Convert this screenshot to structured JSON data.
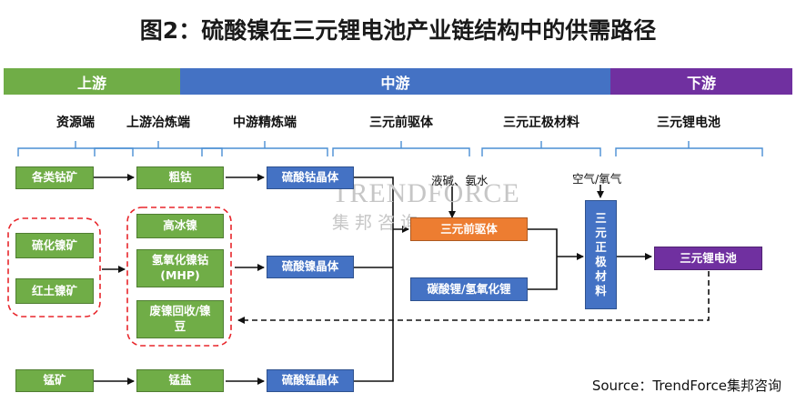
{
  "title": "图2：硫酸镍在三元锂电池产业链结构中的供需路径",
  "bands": {
    "upstream": "上游",
    "midstream": "中游",
    "downstream": "下游"
  },
  "stages": {
    "resource": "资源端",
    "smelting": "上游冶炼端",
    "refining": "中游精炼端",
    "precursor": "三元前驱体",
    "cathode": "三元正极材料",
    "battery": "三元锂电池"
  },
  "nodes": {
    "cobalt_ore": "各类钴矿",
    "nickel_sulfide_ore": "硫化镍矿",
    "laterite_ore": "红土镍矿",
    "manganese_ore": "锰矿",
    "crude_cobalt": "粗钴",
    "high_matte_nickel": "高冰镍",
    "mhp": "氢氧化镍钴\n(MHP)",
    "scrap_nickel": "废镍回收/镍\n豆",
    "manganese_salt": "锰盐",
    "cobalt_sulfate": "硫酸钴晶体",
    "nickel_sulfate": "硫酸镍晶体",
    "manganese_sulfate": "硫酸锰晶体",
    "precursor": "三元前驱体",
    "lithium_salts": "碳酸锂/氢氧化锂",
    "cathode": "三\n元\n正\n极\n材\n料",
    "battery": "三元锂电池"
  },
  "notes": {
    "lye_ammonia": "液碱、氨水",
    "air_oxygen": "空气/氧气"
  },
  "watermark": {
    "en": "TRENDFORCE",
    "cn": "集邦咨询"
  },
  "source": "Source：TrendForce集邦咨询",
  "colors": {
    "green": "#70ad47",
    "blue": "#4472c4",
    "orange": "#ed7d31",
    "purple": "#7030a0",
    "red_dash": "#e8262b"
  }
}
